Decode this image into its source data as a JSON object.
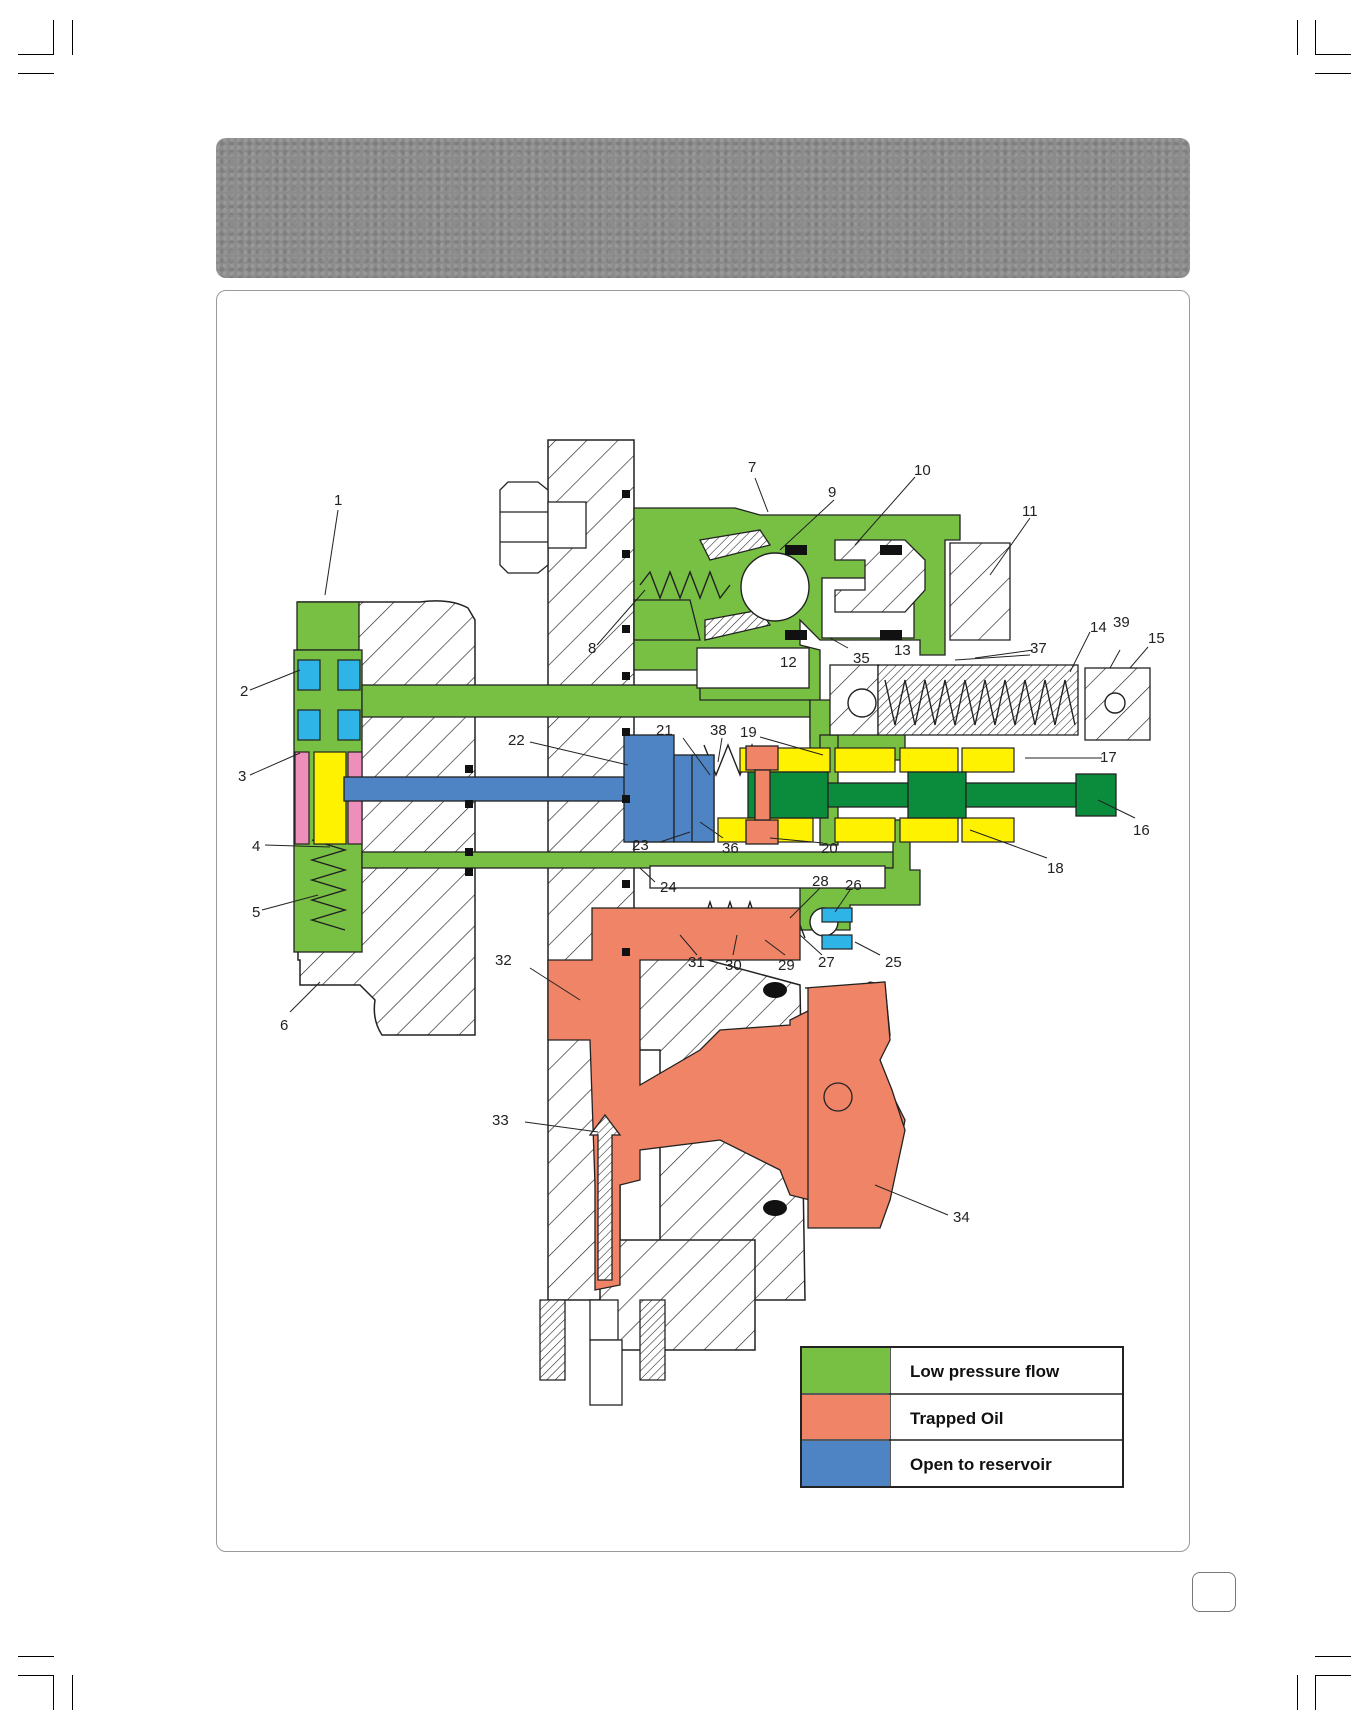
{
  "page_number": "",
  "colors": {
    "low_pressure": "#77c043",
    "trapped_oil": "#f08466",
    "reservoir": "#4f84c4",
    "light_blue": "#2fb4e8",
    "yellow": "#fff200",
    "pink": "#ee8fbb",
    "dark_green": "#0a8c3c"
  },
  "callouts": [
    "1",
    "2",
    "3",
    "4",
    "5",
    "6",
    "7",
    "8",
    "9",
    "10",
    "11",
    "12",
    "13",
    "14",
    "39",
    "15",
    "16",
    "17",
    "18",
    "19",
    "20",
    "21",
    "38",
    "22",
    "23",
    "36",
    "24",
    "25",
    "26",
    "27",
    "28",
    "29",
    "30",
    "31",
    "32",
    "33",
    "34",
    "35",
    "37"
  ],
  "legend": [
    {
      "label": "Low pressure flow",
      "color": "#77c043"
    },
    {
      "label": "Trapped Oil",
      "color": "#f08466"
    },
    {
      "label": "Open to reservoir",
      "color": "#4f84c4"
    }
  ]
}
